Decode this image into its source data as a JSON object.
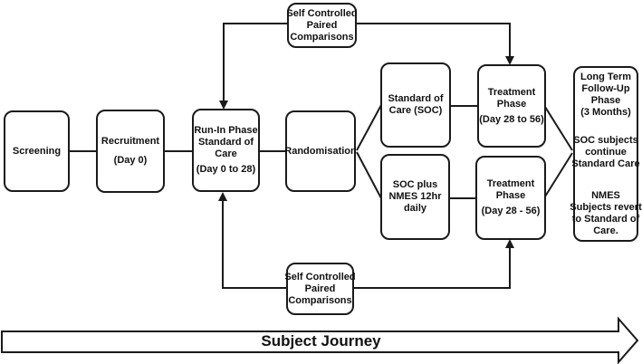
{
  "nodes": {
    "screening": {
      "lines": [
        "Screening"
      ]
    },
    "recruitment": {
      "lines": [
        "Recruitment",
        "(Day 0)"
      ]
    },
    "run_in": {
      "lines": [
        "Run-In Phase",
        "Standard of",
        "Care",
        "(Day 0 to 28)"
      ]
    },
    "randomisation": {
      "lines": [
        "Randomisation"
      ]
    },
    "soc": {
      "lines": [
        "Standard of",
        "Care (SOC)"
      ]
    },
    "treatment_top": {
      "lines": [
        "Treatment",
        "Phase",
        "(Day 28 to 56)"
      ]
    },
    "soc_plus": {
      "lines": [
        "SOC plus",
        "NMES 12hr",
        "daily"
      ]
    },
    "treatment_bottom": {
      "lines": [
        "Treatment",
        "Phase",
        "(Day 28 - 56)"
      ]
    },
    "long_term": {
      "lines": [
        "Long Term",
        "Follow-Up",
        "Phase",
        "(3 Months)",
        "SOC subjects",
        "continue",
        "Standard Care",
        "NMES",
        "Subjects revert",
        "to Standard of",
        "Care."
      ]
    },
    "self_controlled_top": {
      "lines": [
        "Self Controlled",
        "Paired",
        "Comparisons"
      ]
    },
    "self_controlled_bottom": {
      "lines": [
        "Self Controlled",
        "Paired",
        "Comparisons"
      ]
    }
  },
  "timeline": {
    "label": "Subject Journey"
  },
  "colors": {
    "line": "#1a1a1a",
    "box_fill": "#ffffff",
    "text": "#111111",
    "background": "#ffffff"
  }
}
